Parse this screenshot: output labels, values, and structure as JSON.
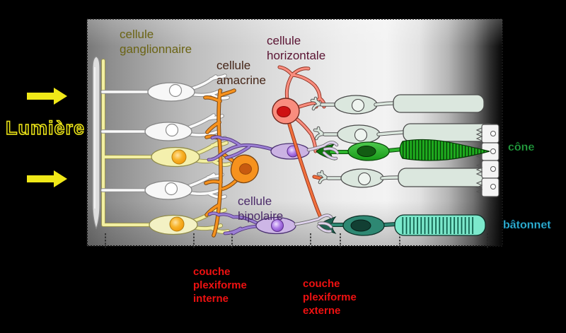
{
  "diagram": {
    "labels": {
      "light": "Lumière",
      "ganglion_cell": "cellule\nganglionnaire",
      "amacrine_cell": "cellule\namacrine",
      "horizontal_cell": "cellule\nhorizontale",
      "bipolar_cell": "cellule\nbipolaire",
      "cone": "cône",
      "rod": "bâtonnet",
      "inner_plexiform_layer": "couche\nplexiforme\ninterne",
      "outer_plexiform_layer": "couche\nplexiforme\nexterne"
    },
    "colors": {
      "background": "#000000",
      "light_arrow_yellow": "#f0e818",
      "ganglion_label_olive": "#6b6414",
      "amacrine_label_brown": "#452517",
      "horizontal_label_maroon": "#5a1433",
      "bipolar_label_purple": "#4a2a68",
      "layer_label_red": "#ee1111",
      "cone_label_green": "#2bb24a",
      "rod_label_cyan": "#38cdf0",
      "highlighted_ganglion_cell": "#f4f0ad",
      "amacrine_cell_orange": "#f6921e",
      "bipolar_cell_purple": "#cbb3e3",
      "horizontal_cell_salmon": "#f98d7e",
      "cone_cell_green": "#1fae1f",
      "rod_cell_teal": "#7ce9cc",
      "pale_photoreceptor": "#dbe7de"
    }
  }
}
